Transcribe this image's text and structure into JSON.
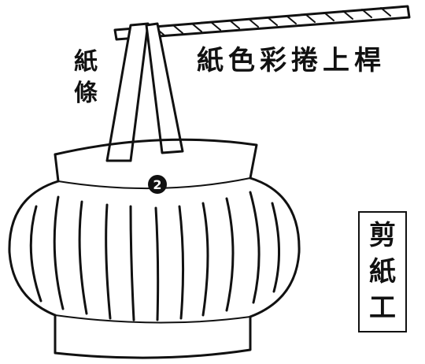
{
  "pole_caption": "紙色彩捲上桿",
  "strip_caption": [
    "紙",
    "條"
  ],
  "side_label": [
    "剪",
    "紙",
    "工"
  ],
  "marker_number": "2",
  "ink_color": "#111111"
}
